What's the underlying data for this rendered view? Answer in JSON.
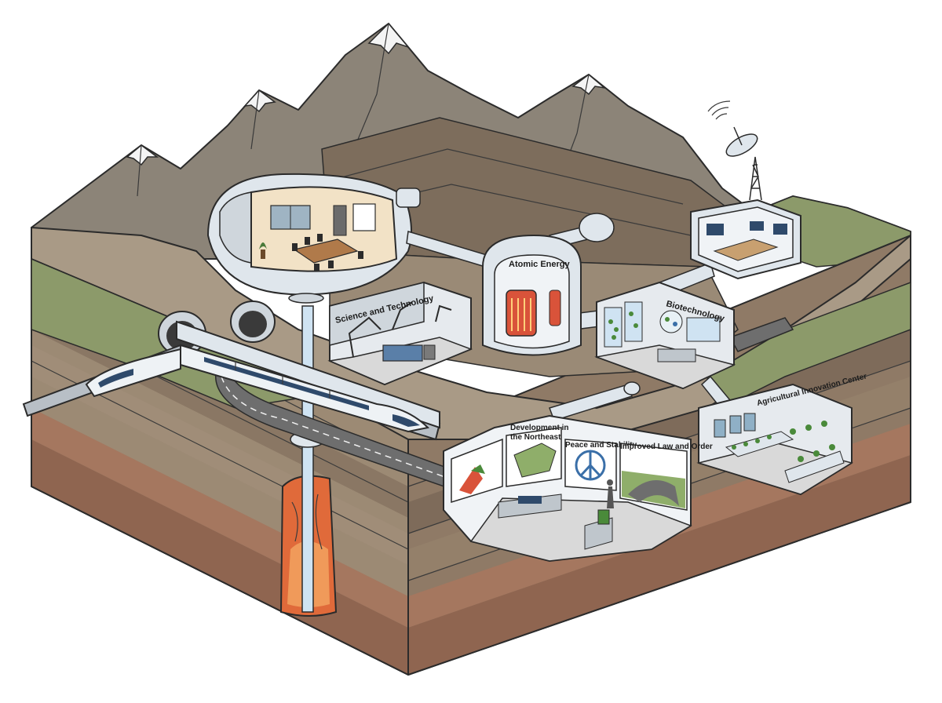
{
  "facilities": {
    "atomic_energy": "Atomic Energy",
    "science_tech": "Science and Technology",
    "biotechnology": "Biotechnology",
    "agriculture": "Agricultural Innovation Center"
  },
  "exhibit_panels": {
    "northeast_line1": "Development in",
    "northeast_line2": "the Northeast",
    "peace": "Peace and Stability",
    "law": "Improved Law and Order"
  },
  "colors": {
    "sky": "#ffffff",
    "grass": "#8c9a6a",
    "mountain": "#8c8478",
    "snow": "#f4f4f4",
    "rock_layers": [
      "#9c8a74",
      "#8a7764",
      "#a08d78",
      "#7e6b5a",
      "#94806a",
      "#a5775f",
      "#8f6550"
    ],
    "magma": "#e06a3a",
    "dome": "#dfe6ec",
    "reactor_core": "#d9533a"
  },
  "icons": [
    "satellite-dish-icon",
    "peace-symbol-icon",
    "map-icon",
    "train-icon"
  ]
}
